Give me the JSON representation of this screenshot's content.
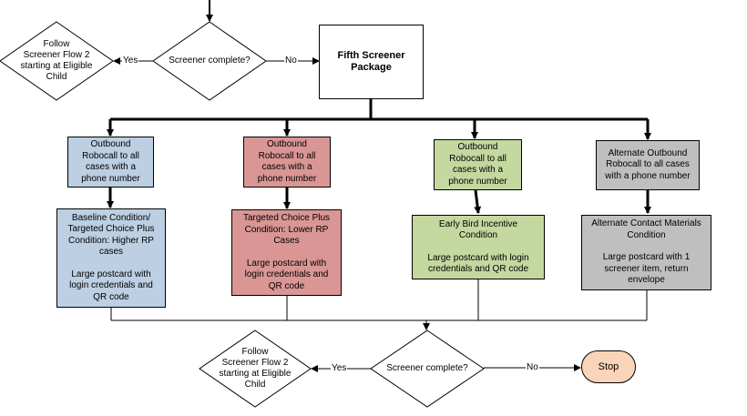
{
  "package": {
    "title_lines": [
      "Fifth Screener",
      "Package"
    ]
  },
  "top_decision": {
    "text": "Screener complete?",
    "yes_label": "Yes",
    "no_label": "No"
  },
  "top_follow": {
    "lines": [
      "Follow",
      "Screener Flow 2",
      "starting at Eligible",
      "Child"
    ]
  },
  "branches": [
    {
      "robocall": [
        "Outbound",
        "Robocall to all",
        "cases with a",
        "phone number"
      ],
      "condition": [
        "Baseline Condition/",
        "Targeted Choice Plus",
        "Condition: Higher RP",
        "cases",
        "",
        "Large postcard with",
        "login credentials and",
        "QR code"
      ]
    },
    {
      "robocall": [
        "Outbound",
        "Robocall to all",
        "cases with a",
        "phone number"
      ],
      "condition": [
        "Targeted Choice Plus",
        "Condition: Lower RP",
        "Cases",
        "",
        "Large postcard with",
        "login credentials and",
        "QR code"
      ]
    },
    {
      "robocall": [
        "Outbound",
        "Robocall to all",
        "cases with a",
        "phone number"
      ],
      "condition": [
        "Early Bird Incentive",
        "Condition",
        "",
        "Large postcard with login",
        "credentials and QR code"
      ]
    },
    {
      "robocall": [
        "Alternate Outbound",
        "Robocall to all cases",
        "with a phone number"
      ],
      "condition": [
        "Alternate Contact Materials",
        "Condition",
        "",
        "Large postcard with 1",
        "screener item, return",
        "envelope"
      ]
    }
  ],
  "bottom_decision": {
    "text": "Screener complete?",
    "yes_label": "Yes",
    "no_label": "No"
  },
  "bottom_follow": {
    "lines": [
      "Follow",
      "Screener Flow 2",
      "starting at Eligible",
      "Child"
    ]
  },
  "stop": {
    "label": "Stop"
  },
  "colors": {
    "blue": "#bccfe3",
    "red": "#d99694",
    "green": "#c4d8a0",
    "grey": "#bfbfbf",
    "stop": "#fad4b8"
  }
}
